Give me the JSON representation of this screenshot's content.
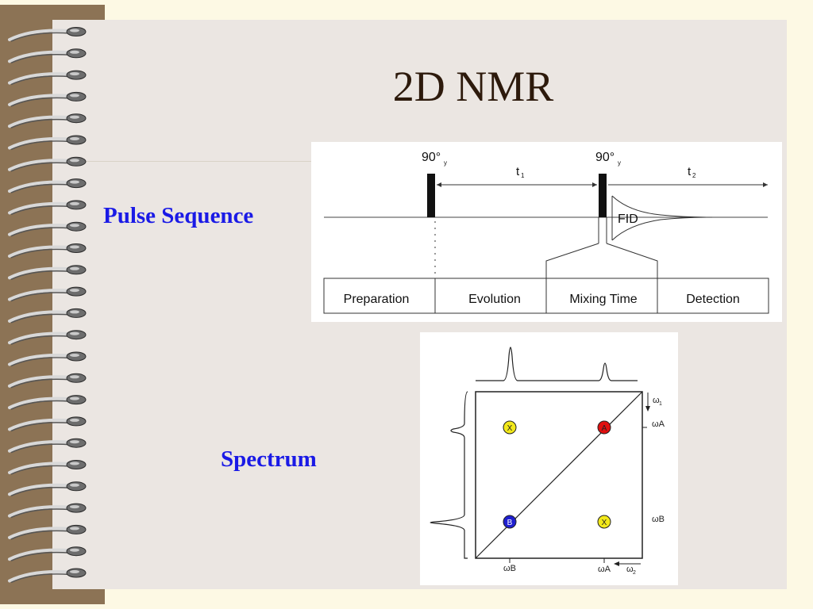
{
  "slide": {
    "title": "2D NMR",
    "pulse_label": "Pulse Sequence",
    "spectrum_label": "Spectrum"
  },
  "pulse_diagram": {
    "pulse1": "90°",
    "pulse1_sub": "y",
    "pulse2": "90°",
    "pulse2_sub": "y",
    "t1": "t",
    "t1_sub": "1",
    "t2": "t",
    "t2_sub": "2",
    "fid": "FID",
    "stages": [
      "Preparation",
      "Evolution",
      "Mixing Time",
      "Detection"
    ]
  },
  "spectrum": {
    "peak_A": "A",
    "peak_B": "B",
    "cross_X1": "X",
    "cross_X2": "X",
    "omega1": "ω",
    "omega1_sub": "1",
    "omega2": "ω",
    "omega2_sub": "2",
    "omegaA_right": "ωA",
    "omegaB_right": "ωB",
    "omegaB_bottom": "ωB",
    "omegaA_bottom": "ωA",
    "colors": {
      "A": "#e01010",
      "B": "#1f1fd0",
      "X": "#f2e81a"
    }
  }
}
